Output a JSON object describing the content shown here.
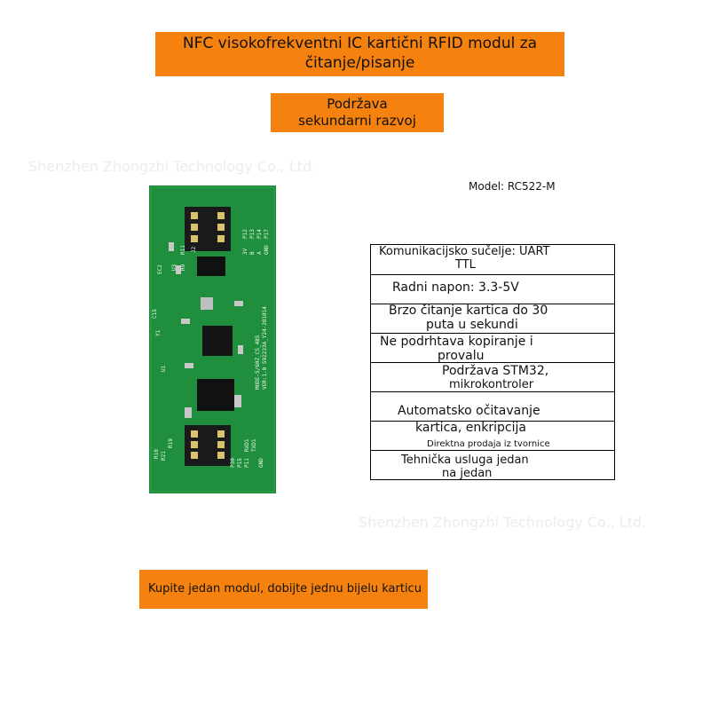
{
  "title": {
    "line1": "NFC visokofrekventni IC kartični RFID modul za",
    "line2": "čitanje/pisanje"
  },
  "support": {
    "line1": "Podržava",
    "line2": "sekundarni razvoj"
  },
  "watermark": "Shenzhen Zhongzhi Technology Co., Ltd.",
  "model": "Model: RC522-M",
  "specs": [
    {
      "line1": "Komunikacijsko sučelje: UART",
      "line2": "TTL"
    },
    {
      "line1": "Radni napon: 3.3-5V"
    },
    {
      "line1": "Brzo čitanje kartica do 30",
      "line2": "puta u sekundi"
    },
    {
      "line1": "Ne podrhtava kopiranje i",
      "line2": "provalu"
    },
    {
      "line1": "Podržava STM32,",
      "line2": "mikrokontroler"
    },
    {
      "line1": "Automatsko očitavanje"
    },
    {
      "line1": "kartica, enkripcija",
      "note": "Direktna prodaja iz tvornice"
    },
    {
      "line1": "Tehnička usluga jedan",
      "line2": "na jedan"
    }
  ],
  "pcb": {
    "header_labels_top": [
      "P12",
      "P13",
      "P14",
      "P17"
    ],
    "pin_labels": [
      "3V",
      "B",
      "A",
      "GND"
    ],
    "silkscreen": [
      "MODE-5/60Z_CS_485",
      "VER:1.0 592233A_Y24-201014"
    ],
    "header_labels_bottom": [
      "RXD1",
      "TXD1",
      "P15",
      "P11",
      "P30",
      "GND"
    ],
    "part_labels": [
      "U1",
      "U3",
      "EC2",
      "R9",
      "R11",
      "R10",
      "R19",
      "R21",
      "J2",
      "Y1",
      "C15"
    ]
  },
  "buy_offer": "Kupite jedan modul, dobijte jednu bijelu karticu"
}
